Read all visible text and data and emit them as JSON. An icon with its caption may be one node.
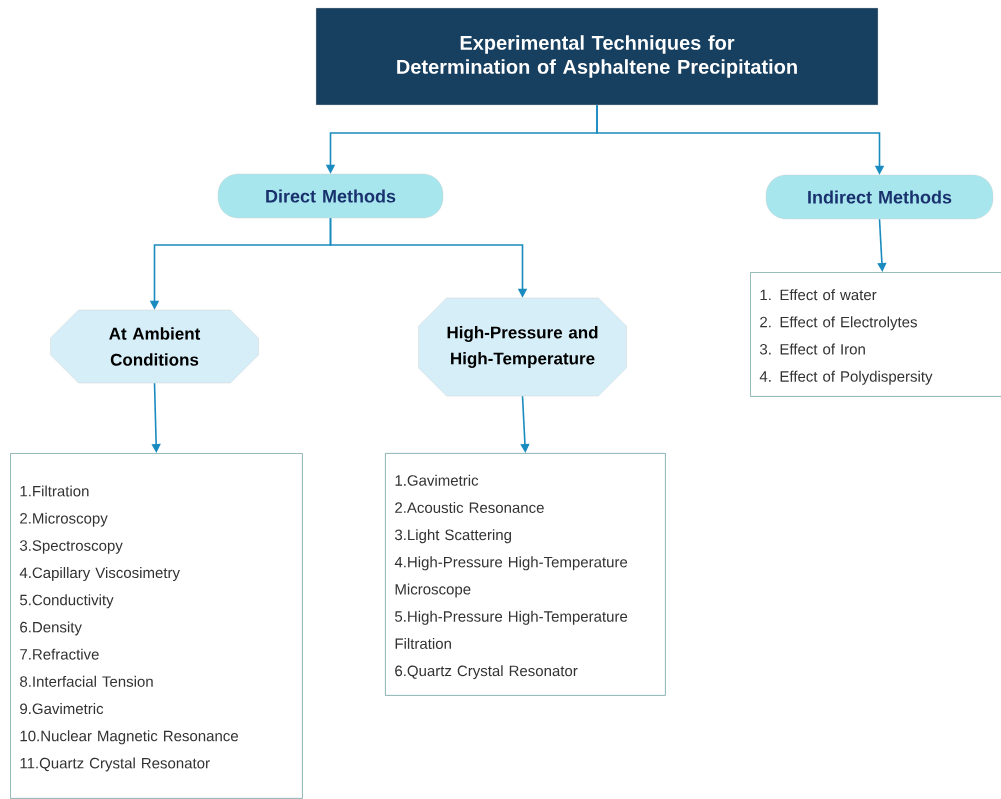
{
  "diagram": {
    "nodes": [
      {
        "text": [
          "Experimental Techniques for Determination of Asphaltene Precipitation"
        ]
      },
      {
        "text": [
          "Direct Methods"
        ]
      },
      {
        "text": [
          "Indirect Methods"
        ]
      },
      {
        "text": [
          "At Ambient Conditions"
        ]
      },
      {
        "text": [
          "High-Pressure and High-Temperature"
        ]
      },
      {
        "text": [
          "1.Filtration",
          "2.Microscopy",
          "3.Spectroscopy",
          "4.Capillary Viscosimetry",
          "5.Conductivity",
          "6.Density",
          "7.Refractive",
          "8.Interfacial Tension",
          "9.Gavimetric",
          "10.Nuclear Magnetic Resonance",
          "11.Quartz Crystal Resonator"
        ]
      },
      {
        "text": [
          "1.Gavimetric",
          "2.Acoustic Resonance",
          "3.Light Scattering",
          "4.High-Pressure High-Temperature Microscope",
          "5.High-Pressure High-Temperature Filtration",
          "6.Quartz Crystal Resonator"
        ]
      },
      {
        "text": [
          "1. Effect of water",
          "2. Effect of Electrolytes",
          "3. Effect of Iron",
          "4. Effect of Polydispersity"
        ]
      }
    ],
    "edges": [
      {
        "from": 0,
        "to": 1,
        "arrow": "to"
      },
      {
        "from": 0,
        "to": 2,
        "arrow": "to"
      },
      {
        "from": 1,
        "to": 3,
        "arrow": "to"
      },
      {
        "from": 1,
        "to": 4,
        "arrow": "to"
      },
      {
        "from": 2,
        "to": 7,
        "arrow": "to"
      },
      {
        "from": 3,
        "to": 5,
        "arrow": "to"
      },
      {
        "from": 4,
        "to": 6,
        "arrow": "to"
      }
    ]
  }
}
